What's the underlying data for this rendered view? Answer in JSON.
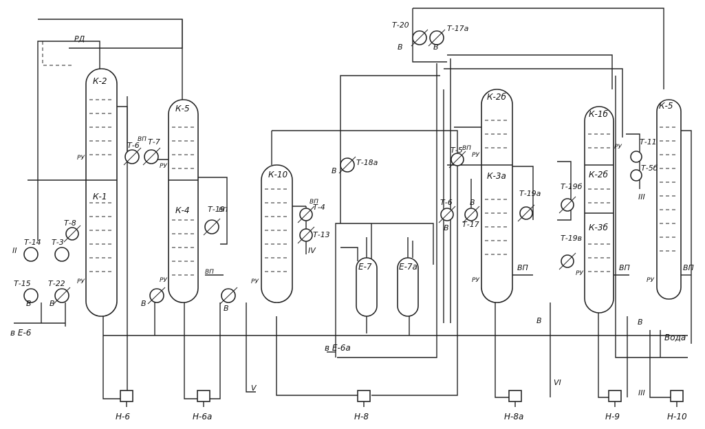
{
  "columns": {
    "k2": "К-2",
    "k1": "К-1",
    "k5": "К-5",
    "k4": "К-4",
    "k10": "К-10",
    "k2b": "К-2б",
    "k3a": "К-3а",
    "k1b": "К-1б",
    "k2b2": "К-2б",
    "k3b": "К-3б",
    "k5r": "К-5"
  },
  "drums": {
    "e7": "Е-7",
    "e7a": "Е-7а"
  },
  "exchangers": {
    "t14": "Т-14",
    "t3": "Т-3",
    "t8": "Т-8",
    "t15": "Т-15",
    "t22": "Т-22",
    "t6": "Т-6",
    "t7": "Т-7",
    "t19": "Т-19",
    "t4": "Т-4",
    "t13": "Т-13",
    "t18a": "Т-18а",
    "t20": "Т-20",
    "t17a": "Т-17а",
    "t5": "Т-5",
    "t6b": "Т-6",
    "t17": "Т-17",
    "t19a": "Т-19а",
    "t11": "Т-11",
    "t5b": "Т-5б",
    "t19b": "Т-19б",
    "t19v": "Т-19в"
  },
  "pumps": {
    "n6": "Н-6",
    "n6a": "Н-6а",
    "n8": "Н-8",
    "n8a": "Н-8а",
    "n9": "Н-9",
    "n10": "Н-10"
  },
  "labels": {
    "pd": "РД",
    "ru": "РУ",
    "vp": "ВП",
    "v": "В",
    "to_e6": "в Е-6",
    "to_e6a": "в Е-6а",
    "water": "Вода",
    "s2": "II",
    "s3": "III",
    "s4": "IV",
    "s5": "V",
    "s6": "VI"
  }
}
